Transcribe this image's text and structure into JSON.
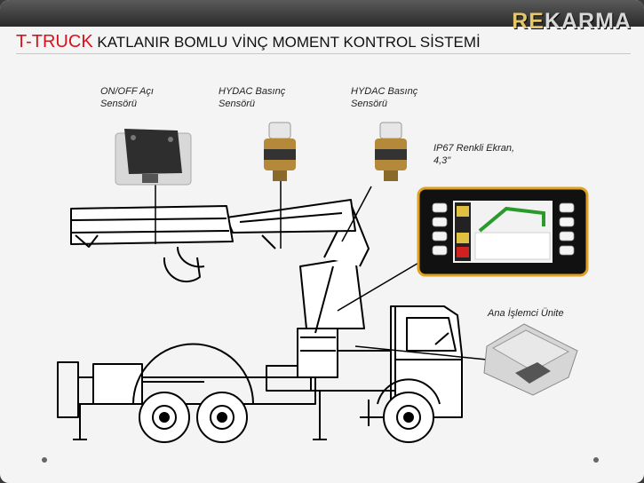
{
  "logo": {
    "re": "RE",
    "karma": "KARMA"
  },
  "title": {
    "brand": "T-TRUCK",
    "rest": " KATLANIR BOMLU VİNÇ MOMENT KONTROL SİSTEMİ"
  },
  "labels": {
    "angle_sensor": "ON/OFF Açı\nSensörü",
    "pressure_sensor_1": "HYDAC Basınç\nSensörü",
    "pressure_sensor_2": "HYDAC Basınç\nSensörü",
    "display": "IP67 Renkli Ekran,\n4,3\"",
    "ecu": "Ana İşlemci Ünite"
  },
  "colors": {
    "brand_red": "#d4141c",
    "logo_gold": "#e7c66a",
    "display_border": "#e0a020"
  }
}
